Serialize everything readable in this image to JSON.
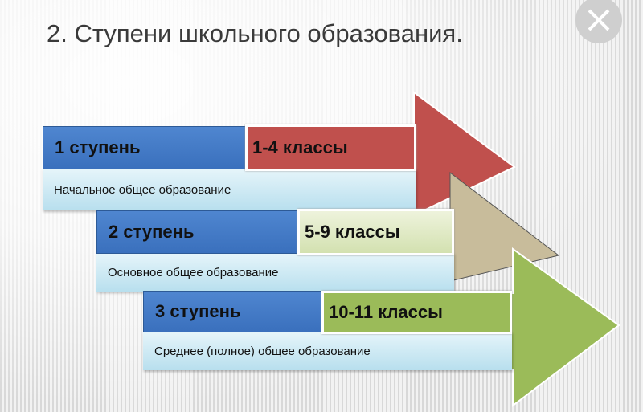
{
  "title": "2. Ступени школьного образования.",
  "close_icon": "close-icon",
  "colors": {
    "stage1": "#c0504d",
    "stage2": "#d8e4bc",
    "stage3": "#9bbb59",
    "header": "#4f86d0",
    "arrow2": "#c8bc9b"
  },
  "stages": [
    {
      "label": "1 ступень",
      "grades": "1-4 классы",
      "description": "Начальное общее образование"
    },
    {
      "label": "2 ступень",
      "grades": "5-9 классы",
      "description": "Основное  общее образование"
    },
    {
      "label": "3 ступень",
      "grades": "10-11 классы",
      "description": "Среднее (полное)  общее образование"
    }
  ]
}
